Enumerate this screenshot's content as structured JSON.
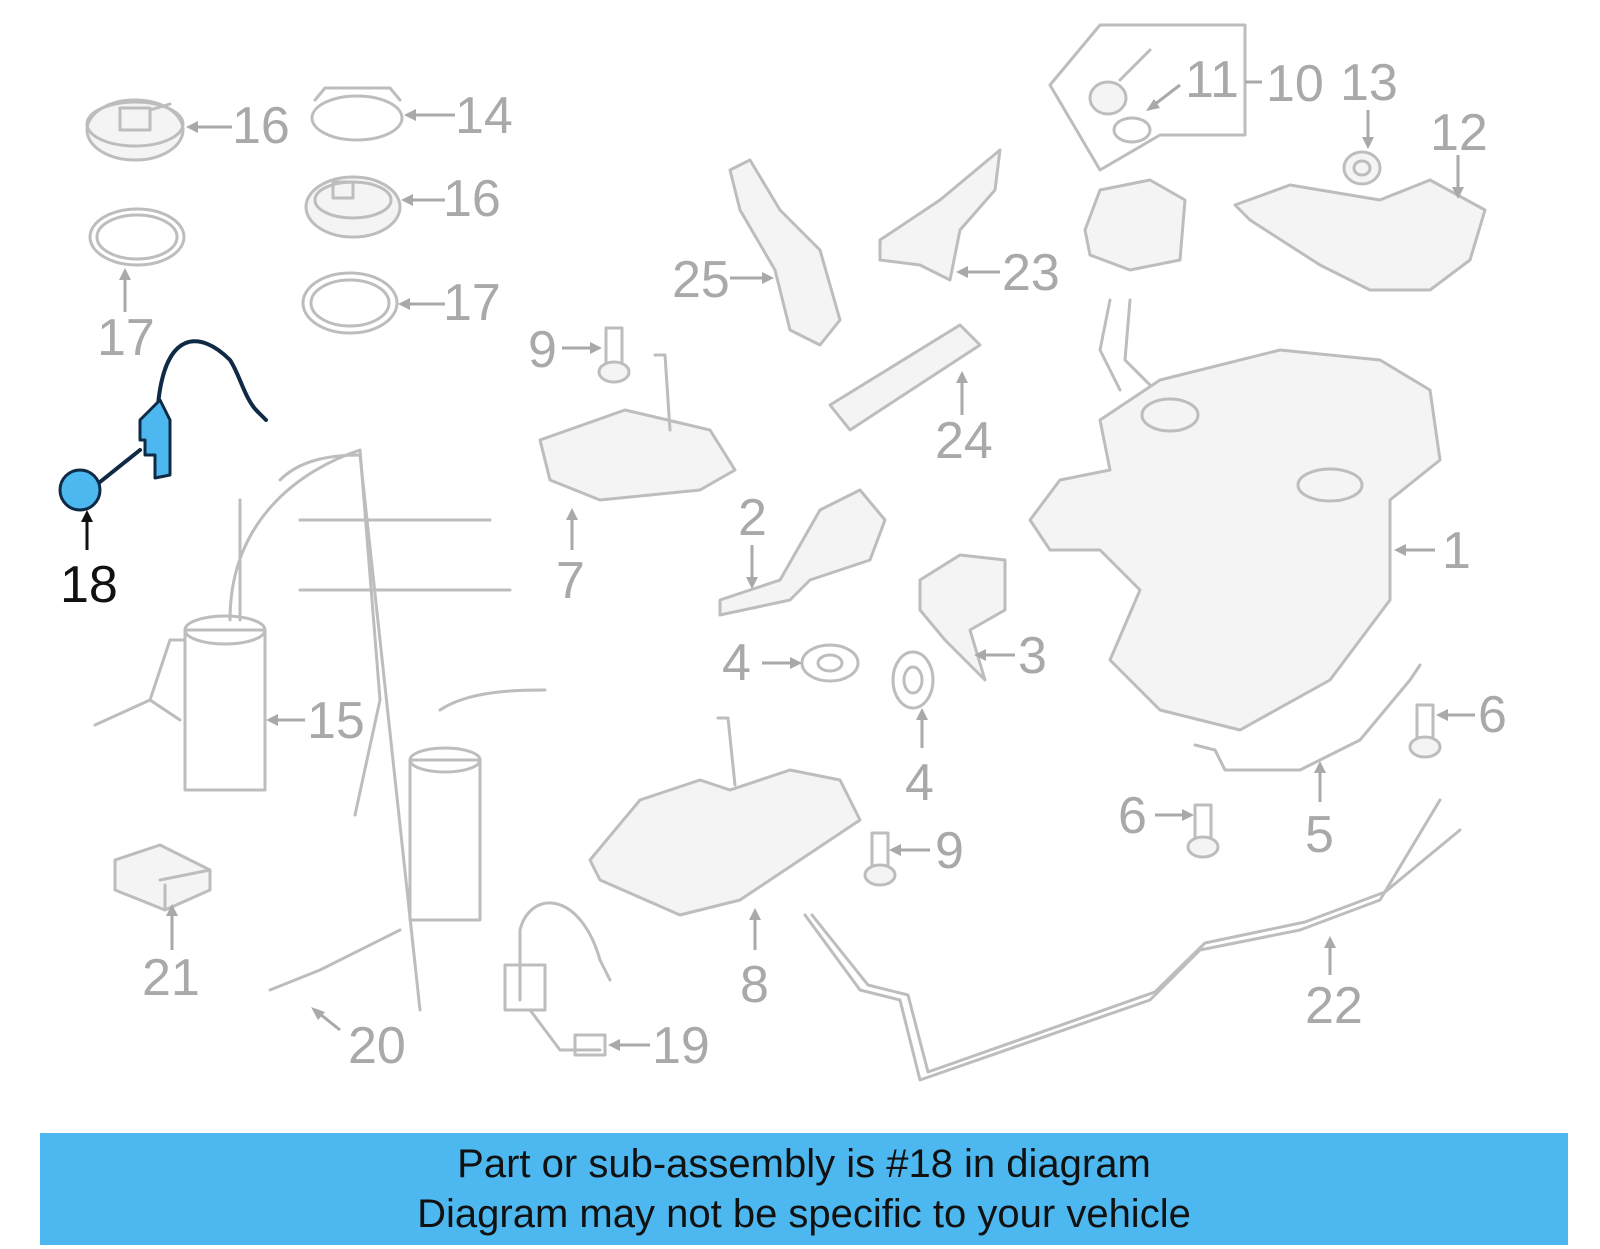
{
  "labels": [
    {
      "id": "1",
      "text": "1"
    },
    {
      "id": "2",
      "text": "2"
    },
    {
      "id": "3",
      "text": "3"
    },
    {
      "id": "4a",
      "text": "4"
    },
    {
      "id": "4b",
      "text": "4"
    },
    {
      "id": "5",
      "text": "5"
    },
    {
      "id": "6a",
      "text": "6"
    },
    {
      "id": "6b",
      "text": "6"
    },
    {
      "id": "7",
      "text": "7"
    },
    {
      "id": "8",
      "text": "8"
    },
    {
      "id": "9a",
      "text": "9"
    },
    {
      "id": "9b",
      "text": "9"
    },
    {
      "id": "10",
      "text": "10"
    },
    {
      "id": "11",
      "text": "11"
    },
    {
      "id": "12",
      "text": "12"
    },
    {
      "id": "13",
      "text": "13"
    },
    {
      "id": "14",
      "text": "14"
    },
    {
      "id": "15",
      "text": "15"
    },
    {
      "id": "16a",
      "text": "16"
    },
    {
      "id": "16b",
      "text": "16"
    },
    {
      "id": "17a",
      "text": "17"
    },
    {
      "id": "17b",
      "text": "17"
    },
    {
      "id": "18",
      "text": "18"
    },
    {
      "id": "19",
      "text": "19"
    },
    {
      "id": "20",
      "text": "20"
    },
    {
      "id": "21",
      "text": "21"
    },
    {
      "id": "22",
      "text": "22"
    },
    {
      "id": "23",
      "text": "23"
    },
    {
      "id": "24",
      "text": "24"
    },
    {
      "id": "25",
      "text": "25"
    }
  ],
  "highlighted_part": "18",
  "banner": {
    "line1": "Part or sub-assembly is #18 in diagram",
    "line2": "Diagram may not be specific to your vehicle"
  },
  "colors": {
    "highlight": "#4db8f0",
    "highlight_outline": "#0f2a44",
    "part_outline": "#bdbdbd",
    "label_gray": "#a9a9a9",
    "banner_background": "#4db8f0"
  }
}
